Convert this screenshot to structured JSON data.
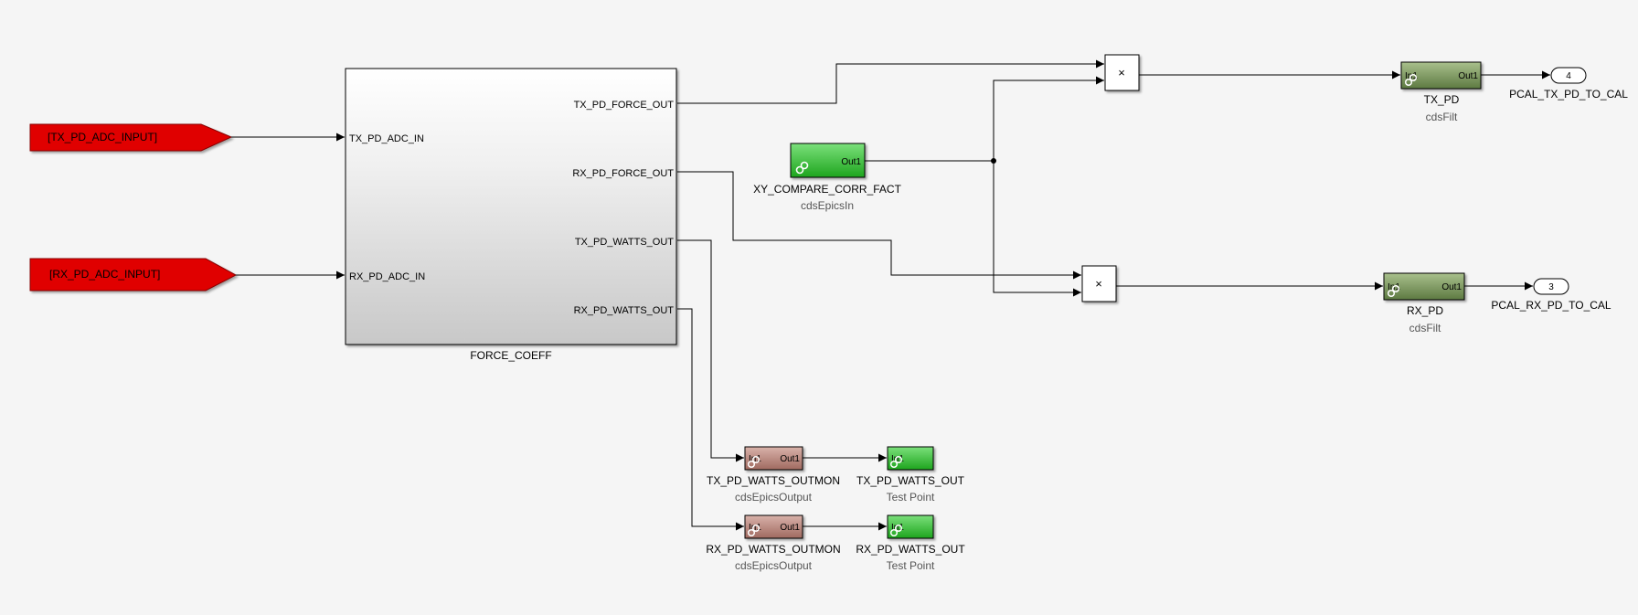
{
  "colors": {
    "background": "#f5f5f5",
    "from_tag": "#e00000",
    "epics_in": "#2fbf2f",
    "test_point": "#2fbf2f",
    "filter": "#7d9a5e",
    "epics_output": "#c08a80"
  },
  "from_blocks": [
    {
      "label": "[TX_PD_ADC_INPUT]"
    },
    {
      "label": "[RX_PD_ADC_INPUT]"
    }
  ],
  "force_coeff": {
    "name": "FORCE_COEFF",
    "inputs": [
      "TX_PD_ADC_IN",
      "RX_PD_ADC_IN"
    ],
    "outputs": [
      "TX_PD_FORCE_OUT",
      "RX_PD_FORCE_OUT",
      "TX_PD_WATTS_OUT",
      "RX_PD_WATTS_OUT"
    ]
  },
  "epics_in": {
    "name": "XY_COMPARE_CORR_FACT",
    "sub": "cdsEpicsIn",
    "port": "Out1",
    "icon": "link-icon"
  },
  "products": [
    {
      "symbol": "×"
    },
    {
      "symbol": "×"
    }
  ],
  "filters": [
    {
      "name": "TX_PD",
      "sub": "cdsFilt",
      "in_port": "In1",
      "out_port": "Out1",
      "icon": "link-icon"
    },
    {
      "name": "RX_PD",
      "sub": "cdsFilt",
      "in_port": "In1",
      "out_port": "Out1",
      "icon": "link-icon"
    }
  ],
  "outports": [
    {
      "number": "4",
      "name": "PCAL_TX_PD_TO_CAL"
    },
    {
      "number": "3",
      "name": "PCAL_RX_PD_TO_CAL"
    }
  ],
  "epics_outputs": [
    {
      "name": "TX_PD_WATTS_OUTMON",
      "sub": "cdsEpicsOutput",
      "in_port": "In1",
      "out_port": "Out1",
      "icon": "link-icon"
    },
    {
      "name": "RX_PD_WATTS_OUTMON",
      "sub": "cdsEpicsOutput",
      "in_port": "In1",
      "out_port": "Out1",
      "icon": "link-icon"
    }
  ],
  "test_points": [
    {
      "name": "TX_PD_WATTS_OUT",
      "sub": "Test Point",
      "in_port": "In1",
      "icon": "link-icon"
    },
    {
      "name": "RX_PD_WATTS_OUT",
      "sub": "Test Point",
      "in_port": "In1",
      "icon": "link-icon"
    }
  ]
}
